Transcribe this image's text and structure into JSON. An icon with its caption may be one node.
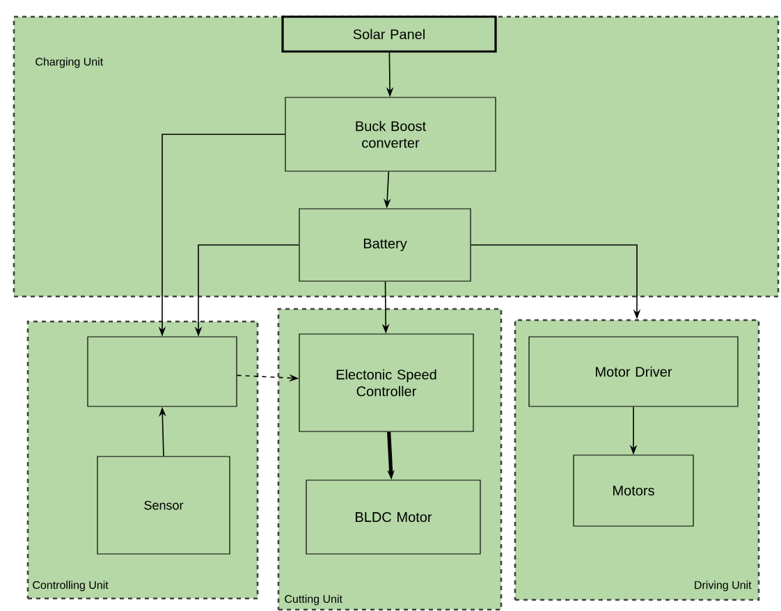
{
  "diagram": {
    "nodes": [
      {
        "text": [
          "Charging Unit"
        ]
      },
      {
        "text": [
          "Solar Panel"
        ],
        "in": 0
      },
      {
        "text": [
          "Buck Boost converter"
        ],
        "in": 0
      },
      {
        "text": [
          "Battery"
        ],
        "in": 0
      },
      {
        "text": [
          "Controlling Unit"
        ]
      },
      {
        "text": [],
        "shape": "box",
        "in": 4
      },
      {
        "text": [
          "Sensor"
        ],
        "in": 4
      },
      {
        "text": [
          "Cutting Unit"
        ]
      },
      {
        "text": [
          "Electonic Speed Controller"
        ],
        "in": 7
      },
      {
        "text": [
          "BLDC Motor"
        ],
        "in": 7
      },
      {
        "text": [
          "Driving Unit"
        ]
      },
      {
        "text": [
          "Motor Driver"
        ],
        "in": 10
      },
      {
        "text": [
          "Motors"
        ],
        "in": 10
      }
    ],
    "edges": [
      {
        "from": 1,
        "to": 2,
        "arrow": "to"
      },
      {
        "from": 2,
        "to": 3,
        "arrow": "to"
      },
      {
        "from": 2,
        "to": 5,
        "arrow": "to"
      },
      {
        "from": 3,
        "to": 5,
        "arrow": "to"
      },
      {
        "from": 3,
        "to": 8,
        "arrow": "to"
      },
      {
        "from": 3,
        "to": 10,
        "arrow": "to"
      },
      {
        "from": 5,
        "to": 8,
        "arrow": "to",
        "style": "dashed"
      },
      {
        "from": 6,
        "to": 5,
        "arrow": "to"
      },
      {
        "from": 8,
        "to": 9,
        "arrow": "to",
        "style": "thick"
      },
      {
        "from": 11,
        "to": 12,
        "arrow": "to"
      }
    ]
  }
}
